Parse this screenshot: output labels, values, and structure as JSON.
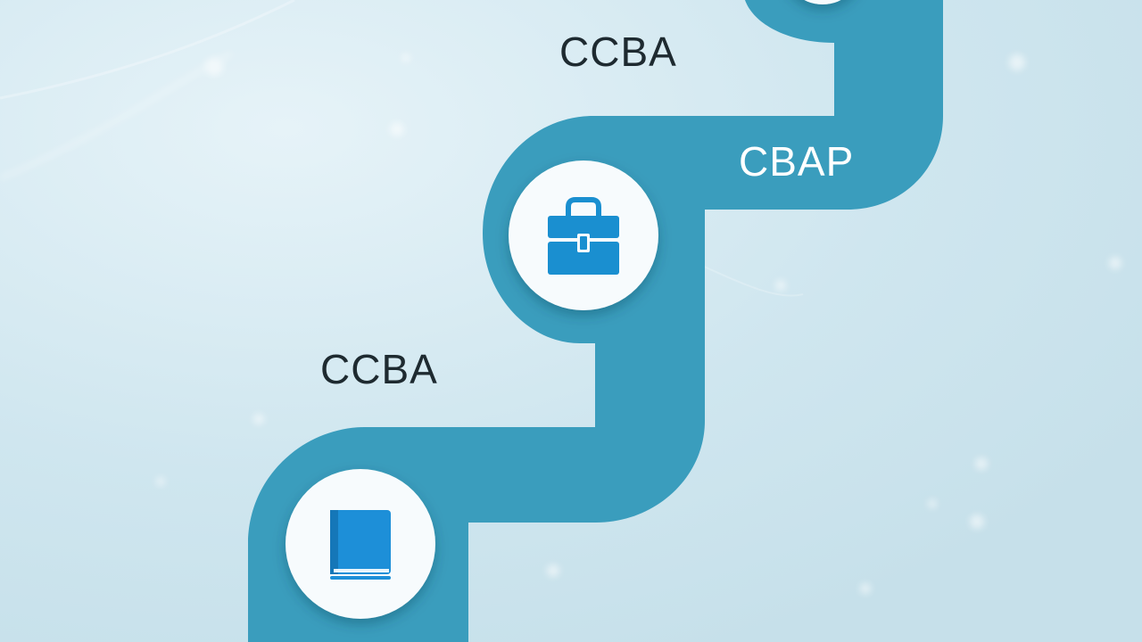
{
  "colors": {
    "background": "#cfe6ef",
    "path": "#3a9dbd",
    "circle": "#f7fbfd",
    "icon": "#1a8fd0",
    "icon_book": "#1d8fd8",
    "text_dark": "#1e2a30",
    "text_light": "#ffffff"
  },
  "labels": {
    "ccba_top": "CCBA",
    "cbap": "CBAP",
    "ccba_middle": "CCBA"
  },
  "icons": {
    "top": "milestone-icon",
    "middle": "toolbox-icon",
    "bottom": "book-icon"
  }
}
